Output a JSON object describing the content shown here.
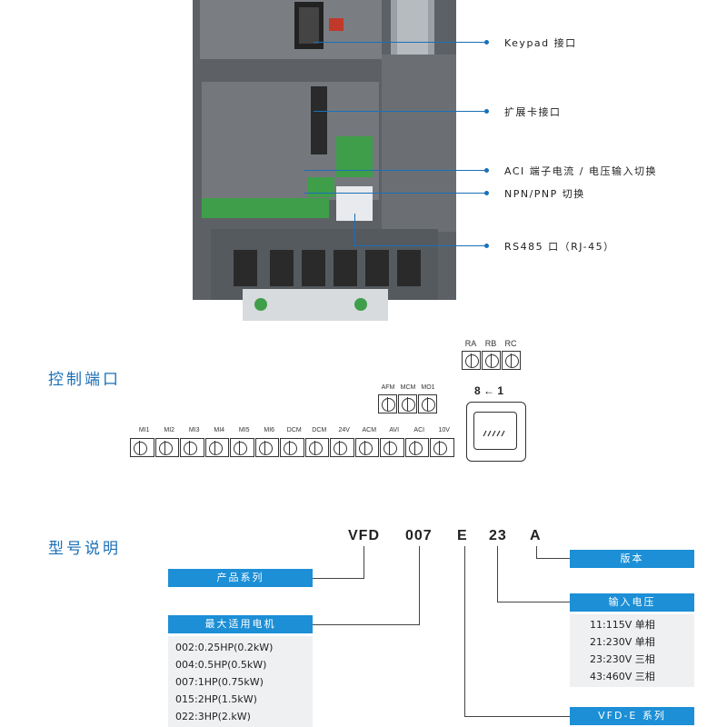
{
  "callouts": [
    {
      "label": "Keypad 接口"
    },
    {
      "label": "扩展卡接口"
    },
    {
      "label": "ACI 端子电流 / 电压输入切换"
    },
    {
      "label": "NPN/PNP 切换"
    },
    {
      "label": "RS485 口（RJ-45）"
    }
  ],
  "control_section": {
    "title": "控制端口",
    "relay_labels": [
      "RA",
      "RB",
      "RC"
    ],
    "analog_out_labels": [
      "AFM",
      "MCM",
      "MO1"
    ],
    "rj45_pin_order": "8 ← 1",
    "main_labels": [
      "MI1",
      "MI2",
      "MI3",
      "MI4",
      "MI5",
      "MI6",
      "DCM",
      "DCM",
      "24V",
      "ACM",
      "AVI",
      "ACI",
      "10V"
    ]
  },
  "model_section": {
    "title": "型号说明",
    "parts": [
      "VFD",
      "007",
      "E",
      "23",
      "A"
    ],
    "version_label": "版本",
    "series_label": "产品系列",
    "motor_label": "最大适用电机",
    "motor_options": [
      "002:0.25HP(0.2kW)",
      "004:0.5HP(0.5kW)",
      "007:1HP(0.75kW)",
      "015:2HP(1.5kW)",
      "022:3HP(2.kW)"
    ],
    "voltage_label": "输入电压",
    "voltage_options": [
      "11:115V 单相",
      "21:230V 单相",
      "23:230V 三相",
      "43:460V 三相"
    ],
    "vfde_label": "VFD-E 系列"
  }
}
